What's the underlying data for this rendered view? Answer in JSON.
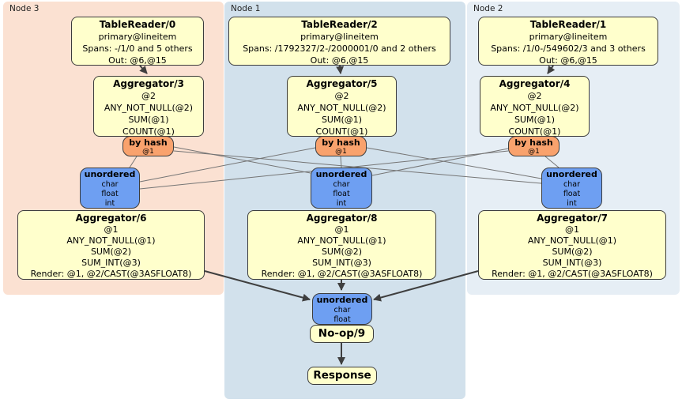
{
  "regions": {
    "node3": {
      "label": "Node 3"
    },
    "node1": {
      "label": "Node 1"
    },
    "node2": {
      "label": "Node 2"
    }
  },
  "processors": {
    "tr0": {
      "title": "TableReader/0",
      "rows": [
        "primary@lineitem",
        "Spans: -/1/0 and 5 others",
        "Out: @6,@15"
      ]
    },
    "tr2": {
      "title": "TableReader/2",
      "rows": [
        "primary@lineitem",
        "Spans: /1792327/2-/2000001/0 and 2 others",
        "Out: @6,@15"
      ]
    },
    "tr1": {
      "title": "TableReader/1",
      "rows": [
        "primary@lineitem",
        "Spans: /1/0-/549602/3 and 3 others",
        "Out: @6,@15"
      ]
    },
    "agg3": {
      "title": "Aggregator/3",
      "rows": [
        "@2",
        "ANY_NOT_NULL(@2)",
        "SUM(@1)",
        "COUNT(@1)"
      ]
    },
    "agg5": {
      "title": "Aggregator/5",
      "rows": [
        "@2",
        "ANY_NOT_NULL(@2)",
        "SUM(@1)",
        "COUNT(@1)"
      ]
    },
    "agg4": {
      "title": "Aggregator/4",
      "rows": [
        "@2",
        "ANY_NOT_NULL(@2)",
        "SUM(@1)",
        "COUNT(@1)"
      ]
    },
    "agg6": {
      "title": "Aggregator/6",
      "rows": [
        "@1",
        "ANY_NOT_NULL(@1)",
        "SUM(@2)",
        "SUM_INT(@3)",
        "Render: @1, @2/CAST(@3ASFLOAT8)"
      ]
    },
    "agg8": {
      "title": "Aggregator/8",
      "rows": [
        "@1",
        "ANY_NOT_NULL(@1)",
        "SUM(@2)",
        "SUM_INT(@3)",
        "Render: @1, @2/CAST(@3ASFLOAT8)"
      ]
    },
    "agg7": {
      "title": "Aggregator/7",
      "rows": [
        "@1",
        "ANY_NOT_NULL(@1)",
        "SUM(@2)",
        "SUM_INT(@3)",
        "Render: @1, @2/CAST(@3ASFLOAT8)"
      ]
    },
    "noop": {
      "title": "No-op/9"
    },
    "response": {
      "title": "Response"
    }
  },
  "routers": {
    "r3": {
      "title": "by hash",
      "rows": [
        "@1"
      ]
    },
    "r1": {
      "title": "by hash",
      "rows": [
        "@1"
      ]
    },
    "r2": {
      "title": "by hash",
      "rows": [
        "@1"
      ]
    }
  },
  "syncs": {
    "s3": {
      "title": "unordered",
      "rows": [
        "char",
        "float",
        "int"
      ]
    },
    "s1": {
      "title": "unordered",
      "rows": [
        "char",
        "float",
        "int"
      ]
    },
    "s2": {
      "title": "unordered",
      "rows": [
        "char",
        "float",
        "int"
      ]
    },
    "final": {
      "title": "unordered",
      "rows": [
        "char",
        "float"
      ]
    }
  },
  "colors": {
    "node3_bg": "#fbe1d2",
    "node1_bg": "#d2e1ec",
    "node2_bg": "#e6eef5",
    "processor_fill": "#ffffcc",
    "router_fill": "#f9a26d",
    "sync_fill": "#6e9ff2",
    "edge_thin": "#757575",
    "edge_thick": "#3f3f3f"
  }
}
